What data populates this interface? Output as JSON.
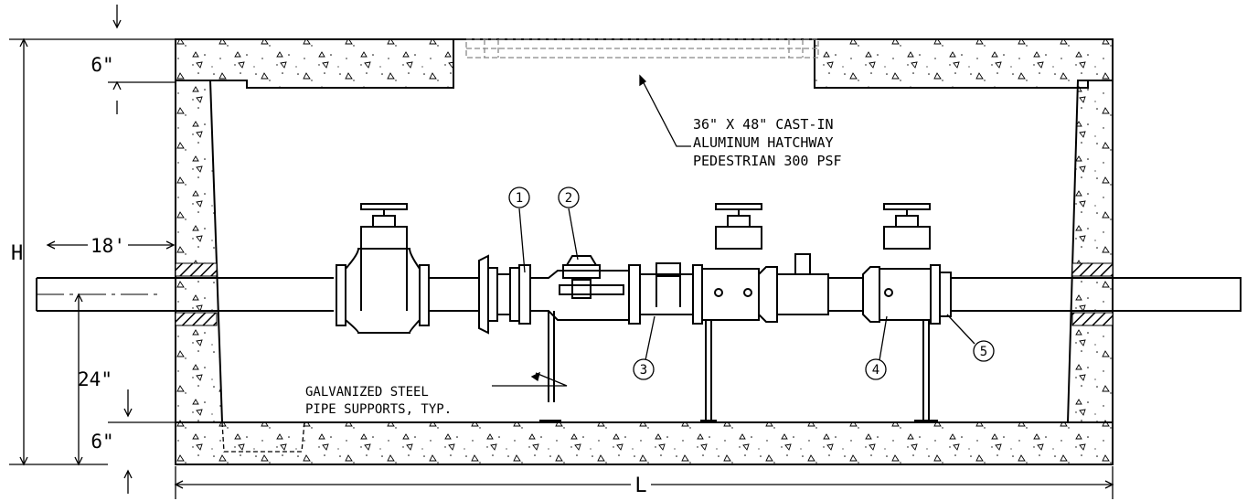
{
  "dimensions": {
    "top_slab": "6\"",
    "bottom_slab": "6\"",
    "height": "H",
    "wall_offset": "18'",
    "pipe_height": "24\"",
    "length": "L"
  },
  "notes": {
    "hatch_line1": "36\" X 48\" CAST-IN",
    "hatch_line2": "ALUMINUM HATCHWAY",
    "hatch_line3": "PEDESTRIAN 300 PSF",
    "support_line1": "GALVANIZED STEEL",
    "support_line2": "PIPE SUPPORTS, TYP."
  },
  "callouts": [
    "1",
    "2",
    "3",
    "4",
    "5"
  ]
}
